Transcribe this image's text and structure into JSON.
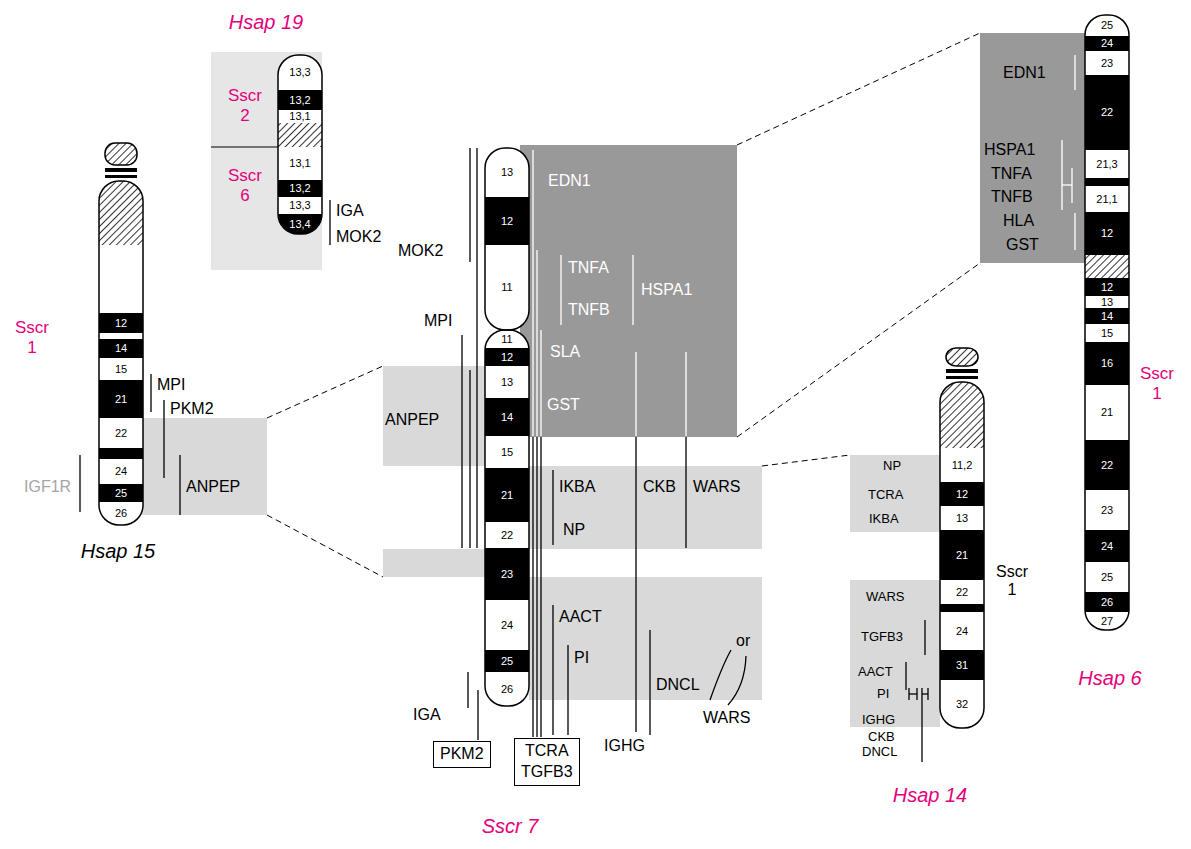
{
  "diagram": {
    "nodes": [
      {
        "text": [
          "13,3"
        ]
      },
      {
        "text": [
          "13,2"
        ]
      },
      {
        "text": [
          "13,1"
        ]
      },
      {
        "text": [
          "13,1"
        ]
      },
      {
        "text": [
          "13,2"
        ]
      },
      {
        "text": [
          "13,3"
        ]
      },
      {
        "text": [
          "13,4"
        ]
      },
      {
        "text": [
          "12"
        ]
      },
      {
        "text": [
          "14"
        ]
      },
      {
        "text": [
          "15"
        ]
      },
      {
        "text": [
          "21"
        ]
      },
      {
        "text": [
          "22"
        ]
      },
      {
        "text": [
          "24"
        ]
      },
      {
        "text": [
          "25"
        ]
      },
      {
        "text": [
          "26"
        ]
      },
      {
        "text": [
          "13"
        ]
      },
      {
        "text": [
          "12"
        ]
      },
      {
        "text": [
          "11"
        ]
      },
      {
        "text": [
          "11"
        ]
      },
      {
        "text": [
          "12"
        ]
      },
      {
        "text": [
          "13"
        ]
      },
      {
        "text": [
          "14"
        ]
      },
      {
        "text": [
          "15"
        ]
      },
      {
        "text": [
          "21"
        ]
      },
      {
        "text": [
          "22"
        ]
      },
      {
        "text": [
          "23"
        ]
      },
      {
        "text": [
          "24"
        ]
      },
      {
        "text": [
          "25"
        ]
      },
      {
        "text": [
          "26"
        ]
      },
      {
        "text": [
          "11,2"
        ]
      },
      {
        "text": [
          "12"
        ]
      },
      {
        "text": [
          "13"
        ]
      },
      {
        "text": [
          "21"
        ]
      },
      {
        "text": [
          "22"
        ]
      },
      {
        "text": [
          "24"
        ]
      },
      {
        "text": [
          "31"
        ]
      },
      {
        "text": [
          "32"
        ]
      },
      {
        "text": [
          "25"
        ]
      },
      {
        "text": [
          "24"
        ]
      },
      {
        "text": [
          "23"
        ]
      },
      {
        "text": [
          "22"
        ]
      },
      {
        "text": [
          "21,3"
        ]
      },
      {
        "text": [
          "21,1"
        ]
      },
      {
        "text": [
          "12"
        ]
      },
      {
        "text": [
          "12"
        ]
      },
      {
        "text": [
          "13"
        ]
      },
      {
        "text": [
          "14"
        ]
      },
      {
        "text": [
          "15"
        ]
      },
      {
        "text": [
          "16"
        ]
      },
      {
        "text": [
          "21"
        ]
      },
      {
        "text": [
          "22"
        ]
      },
      {
        "text": [
          "23"
        ]
      },
      {
        "text": [
          "24"
        ]
      },
      {
        "text": [
          "25"
        ]
      },
      {
        "text": [
          "26"
        ]
      },
      {
        "text": [
          "27"
        ]
      },
      {
        "text": [
          "PKM2"
        ]
      },
      {
        "text": [
          "TCRA",
          "TGFB3"
        ]
      }
    ],
    "labels": [
      "Hsap 19",
      "Sscr 2",
      "Sscr 6",
      "IGA",
      "MOK2",
      "Sscr 1",
      "MPI",
      "PKM2",
      "ANPEP",
      "IGF1R",
      "Hsap 15",
      "MOK2",
      "MPI",
      "ANPEP",
      "EDN1",
      "TNFA",
      "TNFB",
      "HSPA1",
      "SLA",
      "GST",
      "IKBA",
      "NP",
      "CKB",
      "WARS",
      "AACT",
      "PI",
      "DNCL",
      "or",
      "WARS",
      "IGA",
      "IGHG",
      "Sscr 7",
      "EDN1",
      "HSPA1",
      "TNFA",
      "TNFB",
      "HLA",
      "GST",
      "Sscr 1",
      "Hsap 6",
      "NP",
      "TCRA",
      "IKBA",
      "WARS",
      "TGFB3",
      "AACT",
      "PI",
      "IGHG",
      "CKB",
      "DNCL",
      "Sscr 1",
      "Hsap 14"
    ]
  }
}
